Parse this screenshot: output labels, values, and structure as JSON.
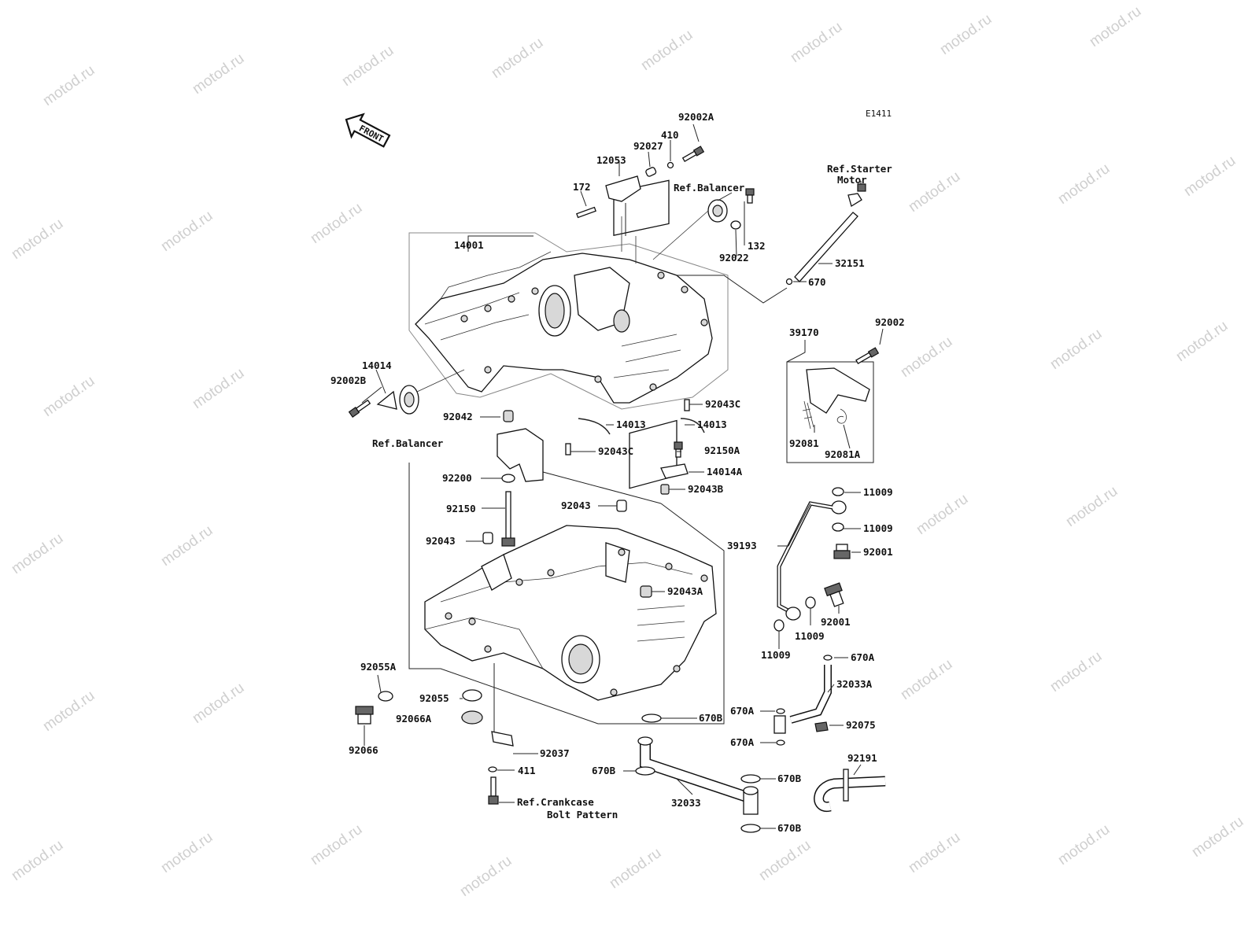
{
  "diagram_code": "E1411",
  "front_label": "FRONT",
  "watermark_text": "motod.ru",
  "labels": {
    "p92002A": "92002A",
    "p410": "410",
    "p92027": "92027",
    "p12053": "12053",
    "p172": "172",
    "ref_balancer_top": "Ref.Balancer",
    "ref_starter_1": "Ref.Starter",
    "ref_starter_2": "Motor",
    "p132": "132",
    "p92022": "92022",
    "p14001": "14001",
    "p32151": "32151",
    "p670": "670",
    "p39170": "39170",
    "p92002": "92002",
    "p14014": "14014",
    "p92002B": "92002B",
    "p92042": "92042",
    "p92043C_a": "92043C",
    "p14013_a": "14013",
    "p14013_b": "14013",
    "p92043C_b": "92043C",
    "p92081": "92081",
    "p92081A": "92081A",
    "ref_balancer_left": "Ref.Balancer",
    "p92150A": "92150A",
    "p14014A": "14014A",
    "p92200": "92200",
    "p92043B": "92043B",
    "p11009_a": "11009",
    "p92150": "92150",
    "p92043_a": "92043",
    "p11009_b": "11009",
    "p92043_b": "92043",
    "p39193": "39193",
    "p92001_a": "92001",
    "p92043A": "92043A",
    "p92001_b": "92001",
    "p11009_c": "11009",
    "p11009_d": "11009",
    "p92055A": "92055A",
    "p670A_a": "670A",
    "p32033A": "32033A",
    "p92055": "92055",
    "p670A_b": "670A",
    "p670B_a": "670B",
    "p92066A": "92066A",
    "p92075": "92075",
    "p670A_c": "670A",
    "p92066": "92066",
    "p92037": "92037",
    "p92191": "92191",
    "p670B_b": "670B",
    "p411": "411",
    "p670B_c": "670B",
    "ref_crank_1": "Ref.Crankcase",
    "ref_crank_2": "Bolt Pattern",
    "p32033": "32033",
    "p670B_d": "670B"
  }
}
